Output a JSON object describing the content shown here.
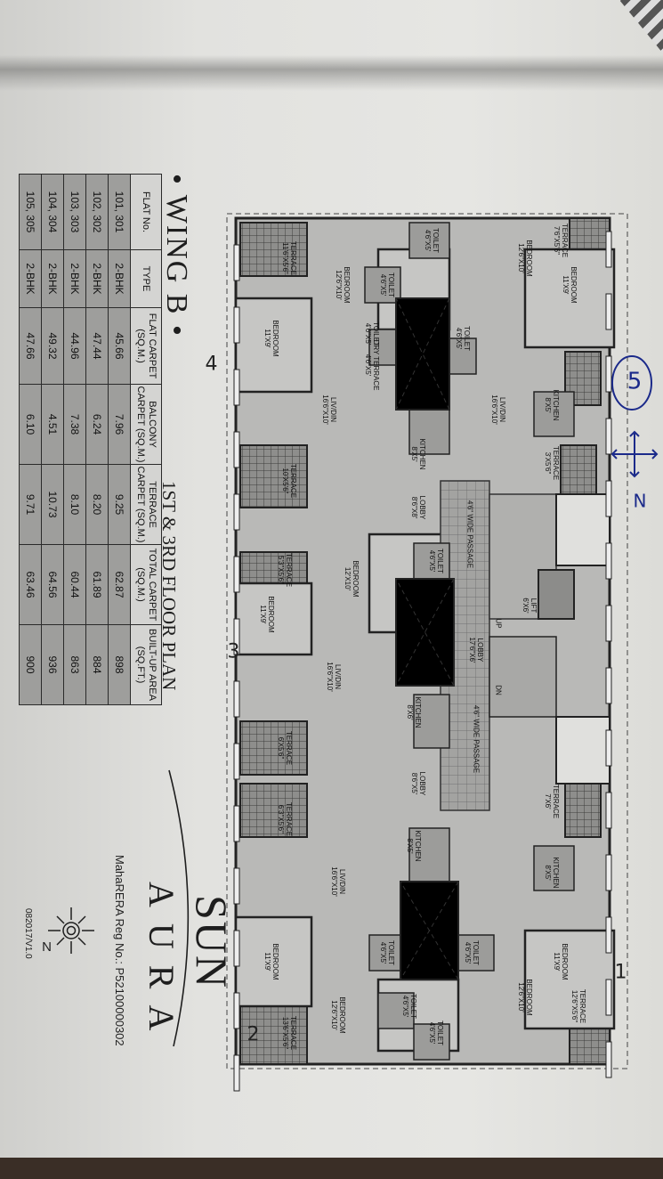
{
  "header": {
    "wing_title": "• WING B •",
    "plan_title": "1ST & 3RD FLOOR PLAN"
  },
  "brand": {
    "name_line1": "SUN",
    "name_line2": "AURA",
    "rera": "MahaRERA Reg No.: P52100000302",
    "doc_code": "082017/V1.0",
    "compass_label": "N"
  },
  "table": {
    "headers": [
      "FLAT No.",
      "TYPE",
      "FLAT CARPET (SQ.M.)",
      "BALCONY CARPET (SQ.M.)",
      "TERRACE CARPET (SQ.M.)",
      "TOTAL CARPET (SQ.M.)",
      "BUILT-UP AREA (SQ.FT.)"
    ],
    "rows": [
      [
        "101, 301",
        "2-BHK",
        "45.66",
        "7.96",
        "9.25",
        "62.87",
        "898"
      ],
      [
        "102, 302",
        "2-BHK",
        "47.44",
        "6.24",
        "8.20",
        "61.89",
        "884"
      ],
      [
        "103, 303",
        "2-BHK",
        "44.96",
        "7.38",
        "8.10",
        "60.44",
        "863"
      ],
      [
        "104, 304",
        "2-BHK",
        "49.32",
        "4.51",
        "10.73",
        "64.56",
        "936"
      ],
      [
        "105, 305",
        "2-BHK",
        "47.66",
        "6.10",
        "9.71",
        "63.46",
        "900"
      ]
    ]
  },
  "rooms": [
    {
      "name": "TERRACE",
      "size": "7'6\"X5'6\""
    },
    {
      "name": "BEDROOM",
      "size": "12'6\"X10'"
    },
    {
      "name": "BEDROOM",
      "size": "11'X9'"
    },
    {
      "name": "KITCHEN",
      "size": "8'X5'"
    },
    {
      "name": "LIV/DIN",
      "size": "16'6\"X10'"
    },
    {
      "name": "TERRACE",
      "size": "3'X5'6\""
    },
    {
      "name": "TOILET",
      "size": "4'6\"X5'"
    },
    {
      "name": "TOILET",
      "size": "4'6\"X5'"
    },
    {
      "name": "BEDROOM",
      "size": "12'6\"X10'"
    },
    {
      "name": "TERRACE",
      "size": "11'6\"X5'6\""
    },
    {
      "name": "BEDROOM",
      "size": "11'X9'"
    },
    {
      "name": "TOILET",
      "size": "4'6\"X5'"
    },
    {
      "name": "TOILET",
      "size": "4'6\"X5'"
    },
    {
      "name": "DRY TERRACE",
      "size": "4'6\"X5'"
    },
    {
      "name": "LIV/DIN",
      "size": "16'6\"X10'"
    },
    {
      "name": "KITCHEN",
      "size": "8'X5'"
    },
    {
      "name": "TERRACE",
      "size": "10'X5'6\""
    },
    {
      "name": "LOBBY",
      "size": "8'6\"X8'"
    },
    {
      "name": "4'6\" WIDE PASSAGE",
      "size": ""
    },
    {
      "name": "TOILET",
      "size": "4'6\"X5'"
    },
    {
      "name": "BEDROOM",
      "size": "12'X10'"
    },
    {
      "name": "TERRACE",
      "size": "5'3\"X5'6\""
    },
    {
      "name": "BEDROOM",
      "size": "11'X9'"
    },
    {
      "name": "LIFT",
      "size": "6'X6'"
    },
    {
      "name": "LOBBY",
      "size": "17'6\"X6'"
    },
    {
      "name": "4'6\" WIDE PASSAGE",
      "size": ""
    },
    {
      "name": "LIV/DIN",
      "size": "16'6\"X10'"
    },
    {
      "name": "KITCHEN",
      "size": "8'X6'"
    },
    {
      "name": "TERRACE",
      "size": "6'X5'6\""
    },
    {
      "name": "LOBBY",
      "size": "8'6\"X5'"
    },
    {
      "name": "TERRACE",
      "size": "7'X6'"
    },
    {
      "name": "TERRACE",
      "size": "6'3\"X5'6\""
    },
    {
      "name": "KITCHEN",
      "size": "8'X5'"
    },
    {
      "name": "KITCHEN",
      "size": "8'X5'"
    },
    {
      "name": "LIV/DIN",
      "size": "16'6\"X10'"
    },
    {
      "name": "BEDROOM",
      "size": "11'X9'"
    },
    {
      "name": "TOILET",
      "size": "4'6\"X5'"
    },
    {
      "name": "TOILET",
      "size": "4'6\"X5'"
    },
    {
      "name": "BEDROOM",
      "size": "11'X9'"
    },
    {
      "name": "TERRACE",
      "size": "12'6\"X5'6\""
    },
    {
      "name": "BEDROOM",
      "size": "12'6\"X10'"
    },
    {
      "name": "BEDROOM",
      "size": "12'6\"X10'"
    },
    {
      "name": "TOILET",
      "size": "4'6\"X5'"
    },
    {
      "name": "TOILET",
      "size": "4'6\"X5'"
    },
    {
      "name": "TERRACE",
      "size": "13'6\"X5'6\""
    },
    {
      "name": "UP",
      "size": ""
    },
    {
      "name": "DN",
      "size": ""
    }
  ],
  "annotations": {
    "circled": "5",
    "flat_numbers": [
      "1",
      "2",
      "3",
      "4"
    ],
    "direction_arrow": "N"
  }
}
